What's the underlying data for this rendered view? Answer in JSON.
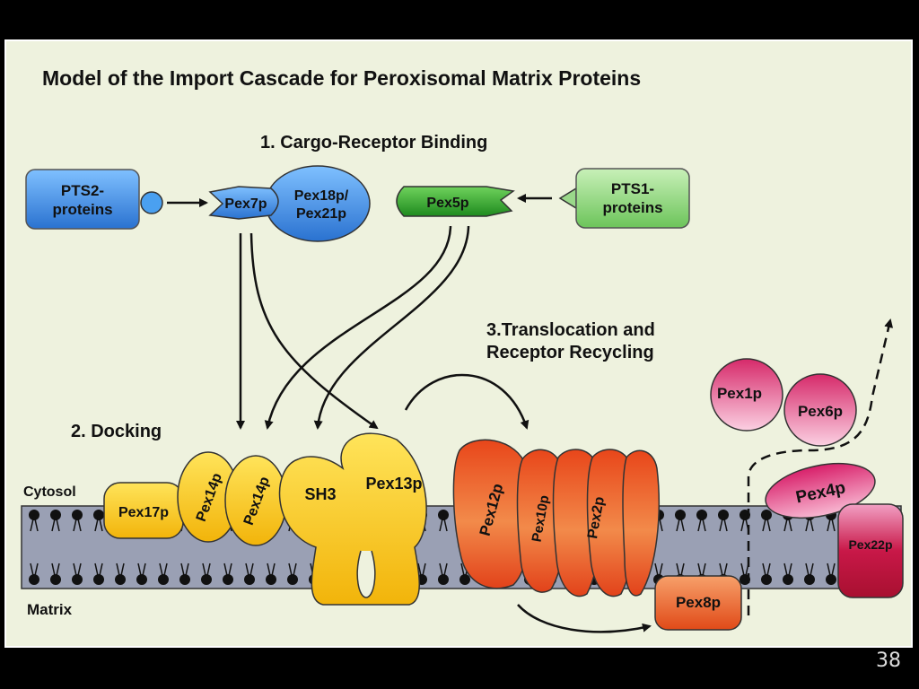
{
  "title": "Model of the Import Cascade for Peroxisomal Matrix Proteins",
  "steps": {
    "binding": "1. Cargo-Receptor Binding",
    "docking": "2. Docking",
    "translocation_line1": "3.Translocation and",
    "translocation_line2": "Receptor Recycling"
  },
  "compartments": {
    "cytosol": "Cytosol",
    "matrix": "Matrix"
  },
  "proteins": {
    "pts2_line1": "PTS2-",
    "pts2_line2": "proteins",
    "pts1_line1": "PTS1-",
    "pts1_line2": "proteins",
    "pex7p": "Pex7p",
    "pex18_line1": "Pex18p/",
    "pex18_line2": "Pex21p",
    "pex5p": "Pex5p",
    "pex17p": "Pex17p",
    "pex14p_a": "Pex14p",
    "pex14p_b": "Pex14p",
    "sh3": "SH3",
    "pex13p": "Pex13p",
    "pex12p": "Pex12p",
    "pex10p": "Pex10p",
    "pex2p": "Pex2p",
    "pex8p": "Pex8p",
    "pex1p": "Pex1p",
    "pex6p": "Pex6p",
    "pex4p": "Pex4p",
    "pex22p": "Pex22p"
  },
  "page_number": "38",
  "colors": {
    "background": "#eef2de",
    "membrane": "#9aa0b4",
    "yellow": "#f6c514",
    "orange": "#e8561e",
    "blue": "#3c8de0",
    "green": "#2e9e2a",
    "pink": "#d63a78",
    "red": "#c0143c"
  }
}
